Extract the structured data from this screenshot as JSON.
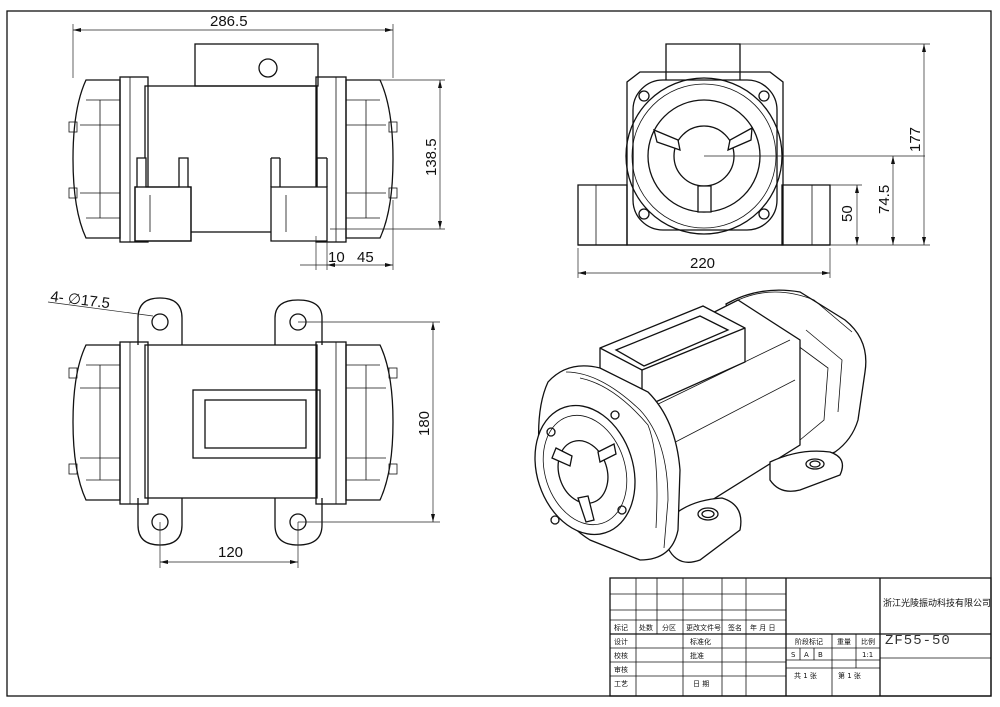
{
  "dimensions": {
    "top_width": "286.5",
    "top_height": "138.5",
    "top_gap_small": "10",
    "top_gap_large": "45",
    "front_height_total": "177",
    "front_center_height": "74.5",
    "front_foot_height": "50",
    "front_width": "220",
    "hole_callout": "4- ∅17.5",
    "bottom_height": "180",
    "bottom_hole_spacing": "120"
  },
  "title_block": {
    "company": "浙江光陵振动科技有限公司",
    "model": "ZF55-50",
    "scale": "1:1",
    "row_labels": {
      "marking": "标记",
      "count": "处数",
      "zone": "分区",
      "change_doc_no": "更改文件号",
      "signature": "签名",
      "date_ymd": "年  月  日",
      "design": "设计",
      "standardization": "标准化",
      "stage_marking": "阶段标记",
      "weight": "重量",
      "ratio": "比例",
      "check": "校核",
      "review": "审核",
      "process": "工艺",
      "approve": "批准",
      "date": "日 期",
      "stage_s": "S",
      "stage_a": "A",
      "stage_b": "B",
      "total_sheets": "共  1  张",
      "sheet_no": "第  1  张"
    }
  }
}
